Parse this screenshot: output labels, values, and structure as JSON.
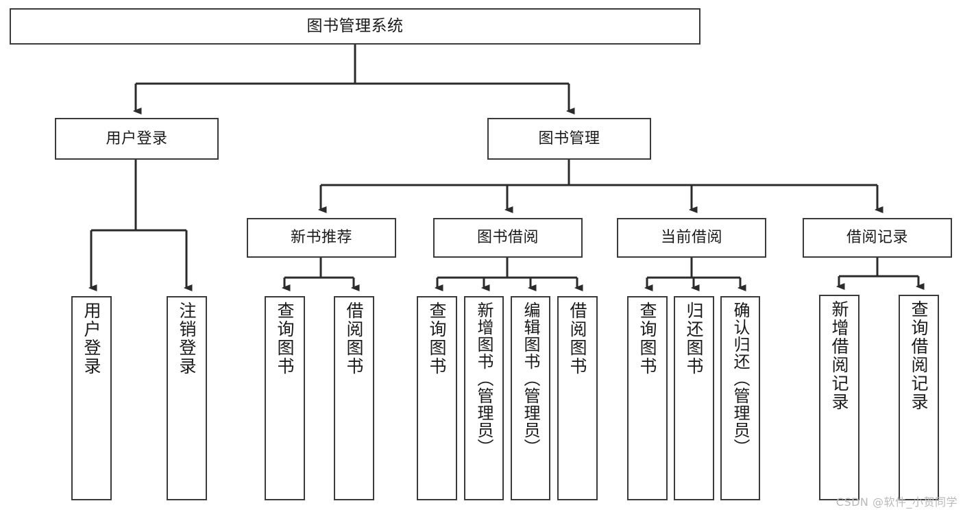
{
  "diagram": {
    "title": "图书管理系统",
    "type": "tree",
    "watermark": "CSDN @软件_小贺同学",
    "colors": {
      "stroke": "#3a3a3a",
      "fill": "#ffffff",
      "text": "#1a1a1a",
      "watermark": "#b9b9b9"
    },
    "nodes": {
      "root": {
        "label": "图书管理系统",
        "level": 1
      },
      "level2": [
        {
          "id": "user-login",
          "label": "用户登录"
        },
        {
          "id": "book-management",
          "label": "图书管理"
        }
      ],
      "level3": [
        {
          "id": "new-book-recommend",
          "label": "新书推荐"
        },
        {
          "id": "book-borrow",
          "label": "图书借阅"
        },
        {
          "id": "current-borrow",
          "label": "当前借阅"
        },
        {
          "id": "borrow-record",
          "label": "借阅记录"
        }
      ],
      "leaves": {
        "user_login": [
          {
            "id": "leaf-user-login",
            "label": "用户登录"
          },
          {
            "id": "leaf-logout-login",
            "label": "注销登录"
          }
        ],
        "new_book_recommend": [
          {
            "id": "leaf-query-book-1",
            "label": "查询图书"
          },
          {
            "id": "leaf-borrow-book-1",
            "label": "借阅图书"
          }
        ],
        "book_borrow": [
          {
            "id": "leaf-query-book-2",
            "label": "查询图书"
          },
          {
            "id": "leaf-add-book",
            "label": "新增图书（管理员）"
          },
          {
            "id": "leaf-edit-book",
            "label": "编辑图书（管理员）"
          },
          {
            "id": "leaf-borrow-book-2",
            "label": "借阅图书"
          }
        ],
        "current_borrow": [
          {
            "id": "leaf-query-book-3",
            "label": "查询图书"
          },
          {
            "id": "leaf-return-book",
            "label": "归还图书"
          },
          {
            "id": "leaf-confirm-return",
            "label": "确认归还（管理员）"
          }
        ],
        "borrow_record": [
          {
            "id": "leaf-add-record",
            "label": "新增借阅记录"
          },
          {
            "id": "leaf-query-record",
            "label": "查询借阅记录"
          }
        ]
      }
    }
  }
}
